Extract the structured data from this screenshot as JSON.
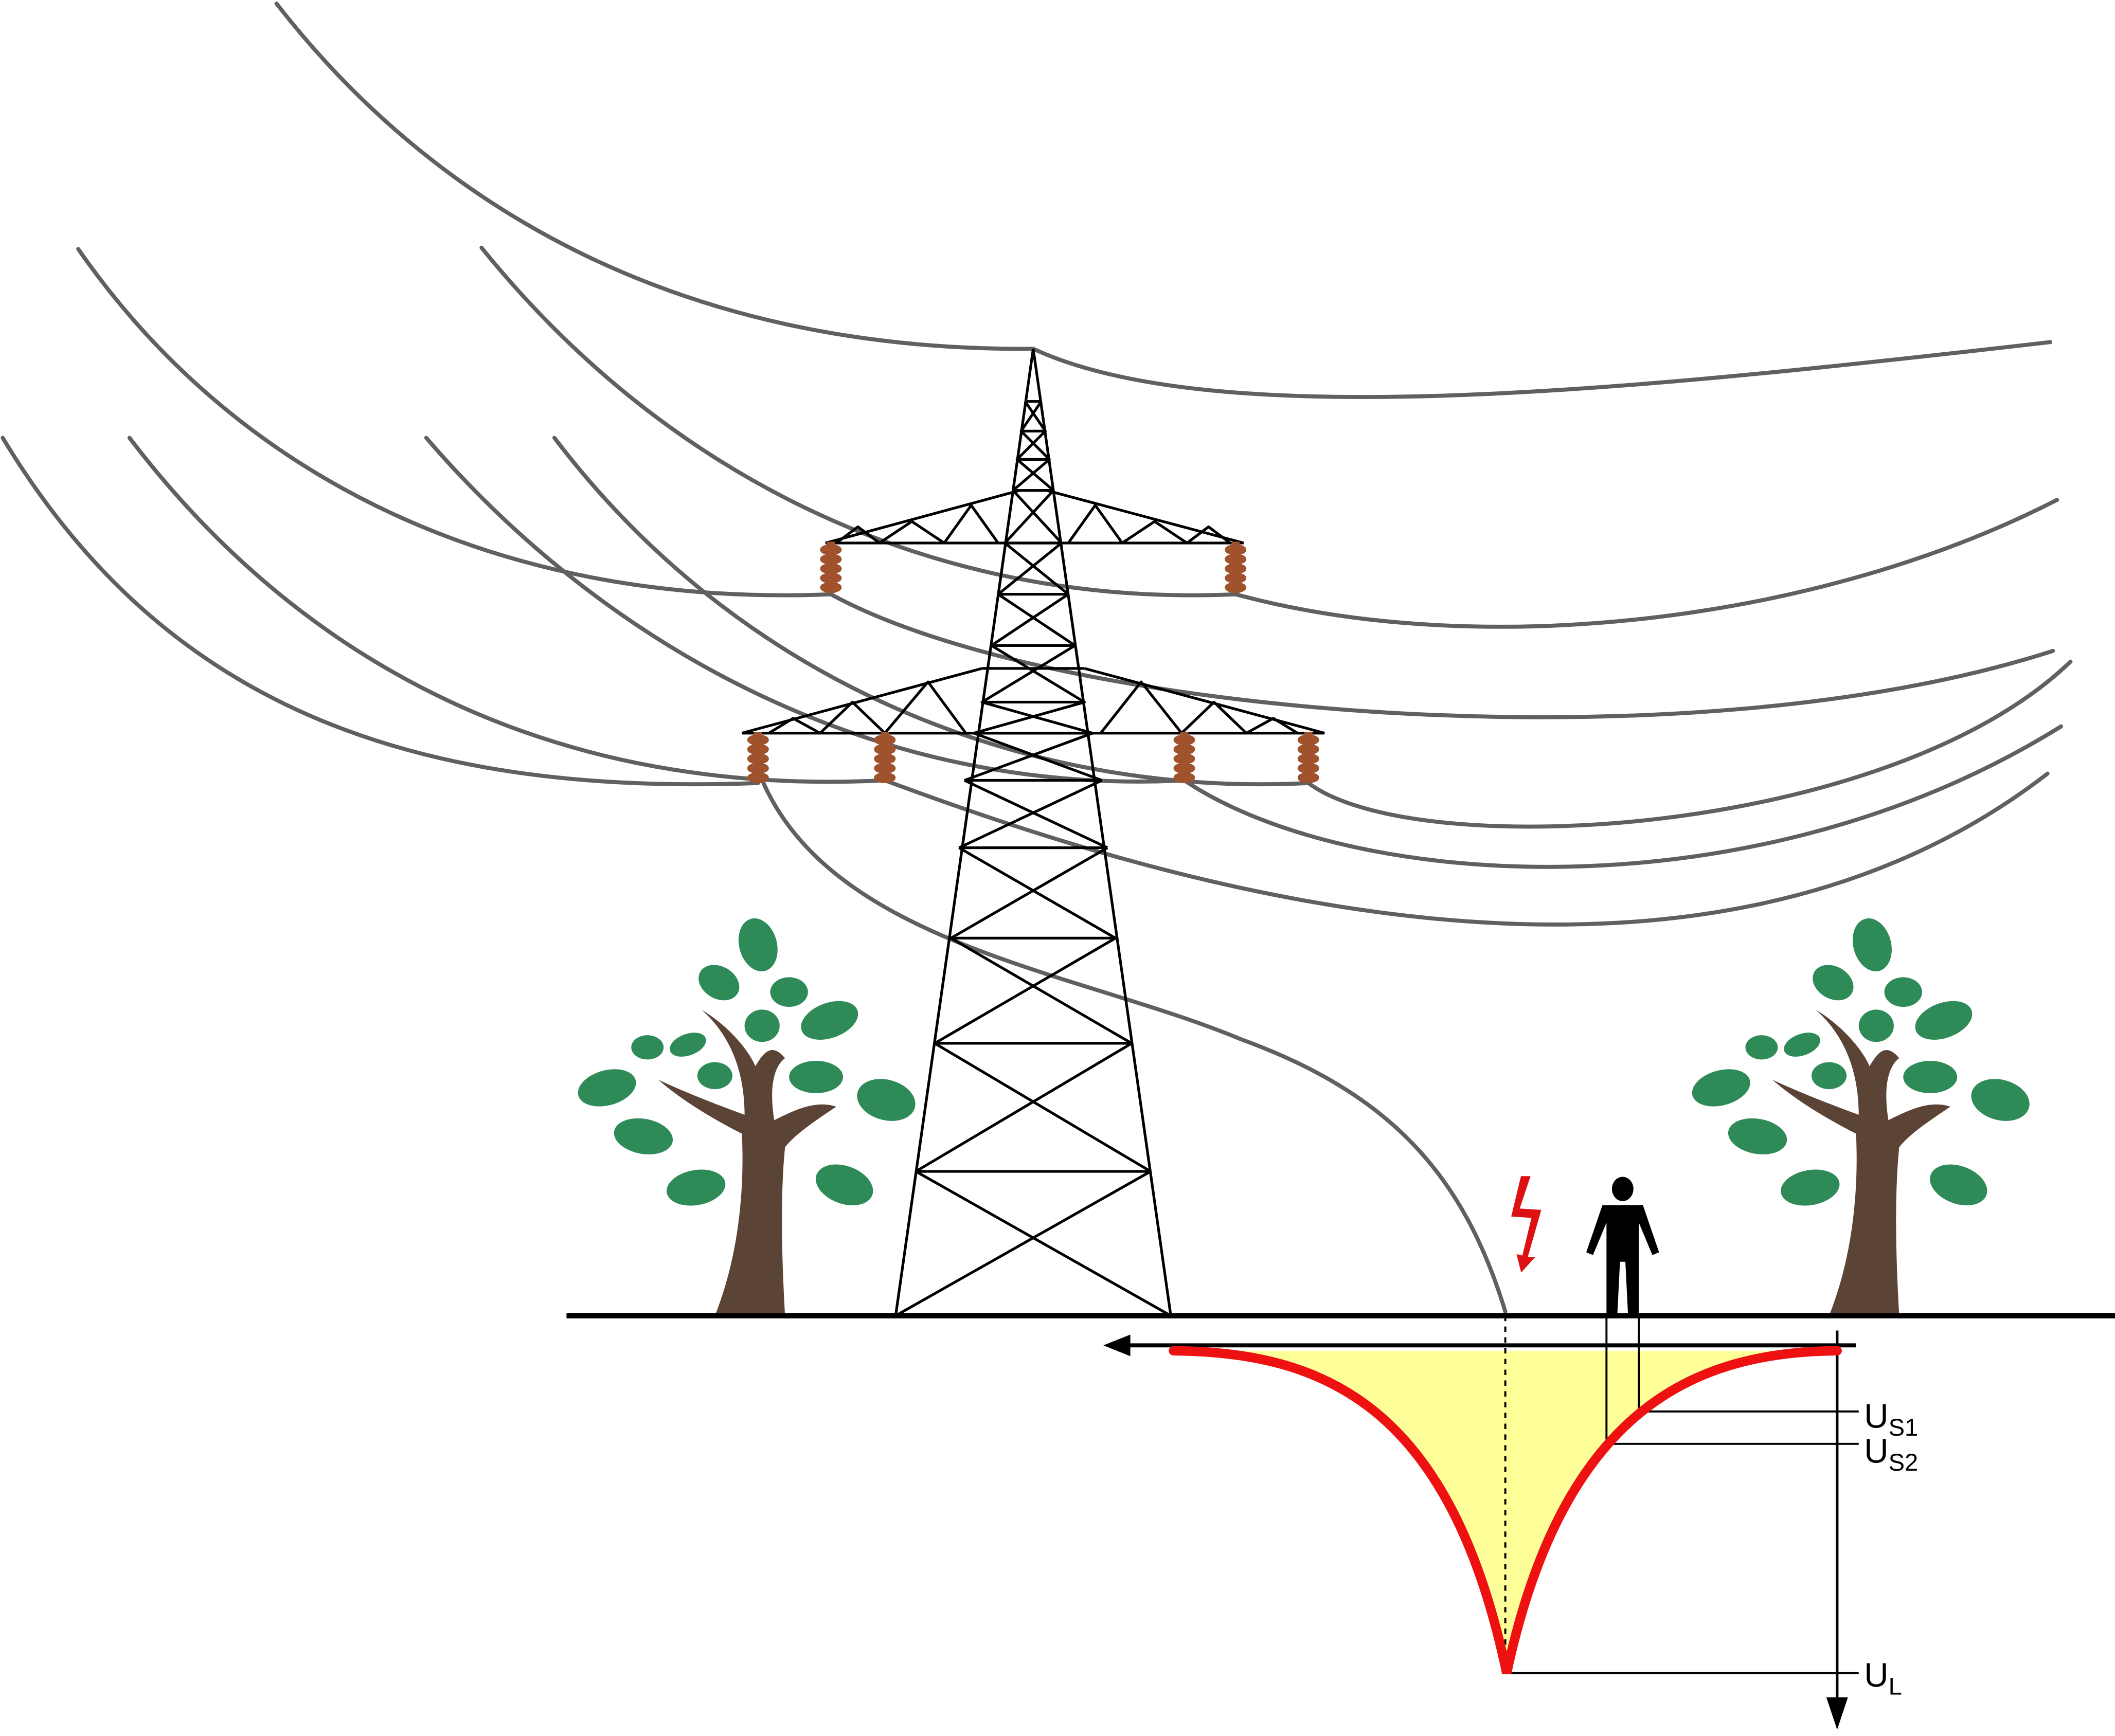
{
  "colors": {
    "wire": "#606060",
    "tower": "#000000",
    "insulator": "#a0522d",
    "leaf": "#2e8b57",
    "trunk": "#5b4336",
    "potential_curve": "#ee1111",
    "potential_fill": "#ffff99",
    "lightning": "#dd1111",
    "ground": "#000000"
  },
  "icons": [
    "lightning-bolt-icon",
    "person-icon",
    "tree-icon",
    "transmission-tower-icon"
  ],
  "labels": {
    "us1_main": "U",
    "us1_sub": "S1",
    "us2_main": "U",
    "us2_sub": "S2",
    "ul_main": "U",
    "ul_sub": "L"
  }
}
